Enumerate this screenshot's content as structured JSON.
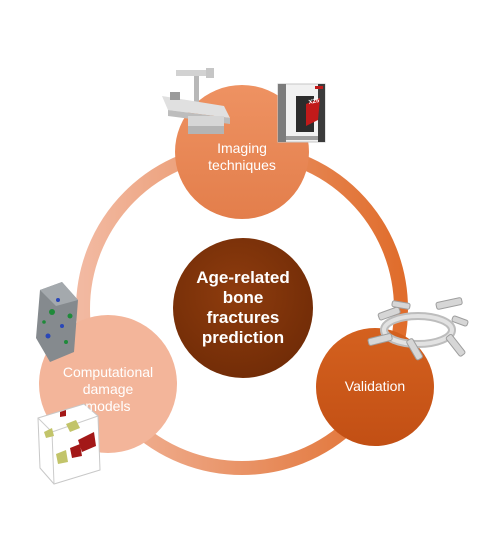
{
  "center": {
    "lines": [
      "Age-related",
      "bone",
      "fractures",
      "prediction"
    ]
  },
  "nodes": {
    "imaging": {
      "lines": [
        "Imaging",
        "techniques"
      ]
    },
    "validation": {
      "lines": [
        "Validation"
      ]
    },
    "computational": {
      "lines": [
        "Computational",
        "damage",
        "models"
      ]
    }
  },
  "equipment": {
    "scanner_badge": "X25"
  },
  "colors": {
    "ring_left": "#f2b9a1",
    "ring_right": "#e06d2c",
    "imaging_fill": "#ea8a5a",
    "validation_fill": "#cf5a1a",
    "computational_fill": "#f3b59a",
    "center_fill": "#7e3208"
  }
}
